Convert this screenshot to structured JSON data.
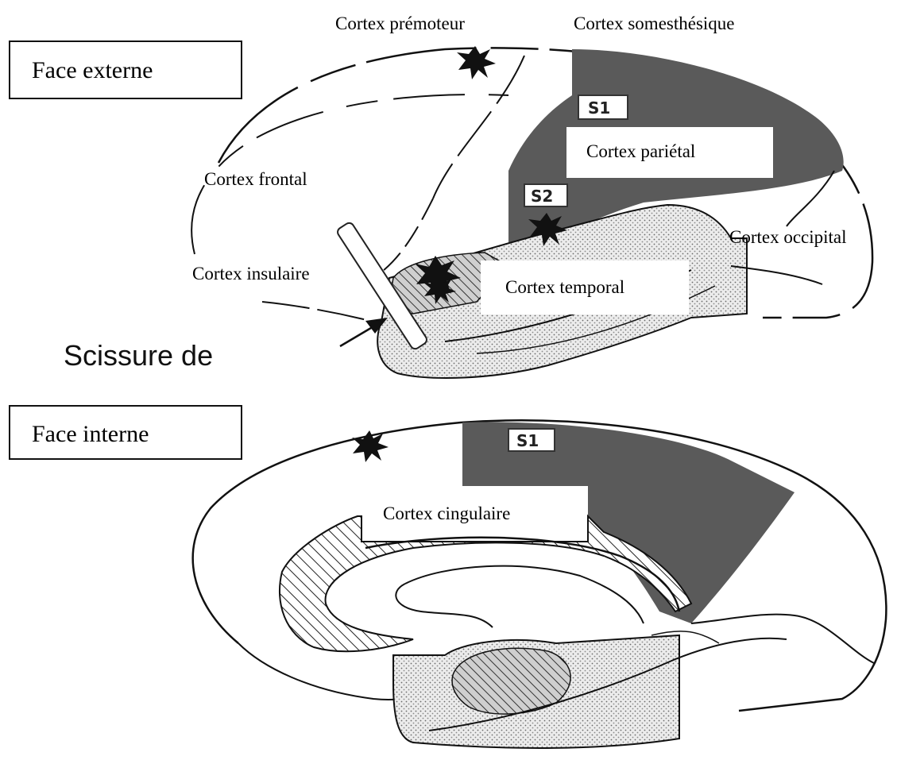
{
  "panels": {
    "external": {
      "title": "Face externe",
      "tags": {
        "s1": "S1",
        "s2": "S2"
      },
      "labels": {
        "premotor": "Cortex prémoteur",
        "somatosensory": "Cortex somesthésique",
        "parietal": "Cortex pariétal",
        "frontal": "Cortex frontal",
        "occipital": "Cortex occipital",
        "insular": "Cortex insulaire",
        "temporal": "Cortex temporal",
        "fissure": "Scissure de"
      }
    },
    "internal": {
      "title": "Face interne",
      "tags": {
        "s1": "S1"
      },
      "labels": {
        "cingulate": "Cortex cingulaire"
      }
    }
  },
  "colors": {
    "somatosensory_fill": "#5a5a5a",
    "stipple_fill": "#d8d8d8",
    "outline": "#111111",
    "star": "#111111"
  }
}
